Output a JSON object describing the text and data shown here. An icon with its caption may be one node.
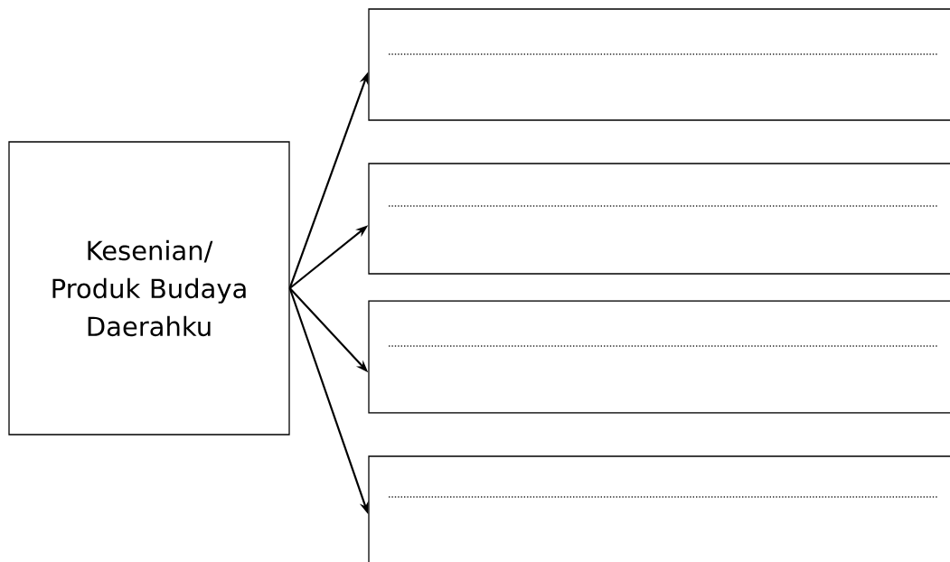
{
  "diagram": {
    "nodes": [
      {
        "text": [
          "Kesenian/ Produk Budaya Daerahku"
        ]
      },
      {
        "text": [],
        "shape": "box"
      },
      {
        "text": [],
        "shape": "box"
      },
      {
        "text": [],
        "shape": "box"
      },
      {
        "text": [],
        "shape": "box"
      }
    ],
    "edges": [
      {
        "from": 0,
        "to": 1,
        "arrow": "to"
      },
      {
        "from": 0,
        "to": 2,
        "arrow": "to"
      },
      {
        "from": 0,
        "to": 3,
        "arrow": "to"
      },
      {
        "from": 0,
        "to": 4,
        "arrow": "to"
      }
    ]
  }
}
